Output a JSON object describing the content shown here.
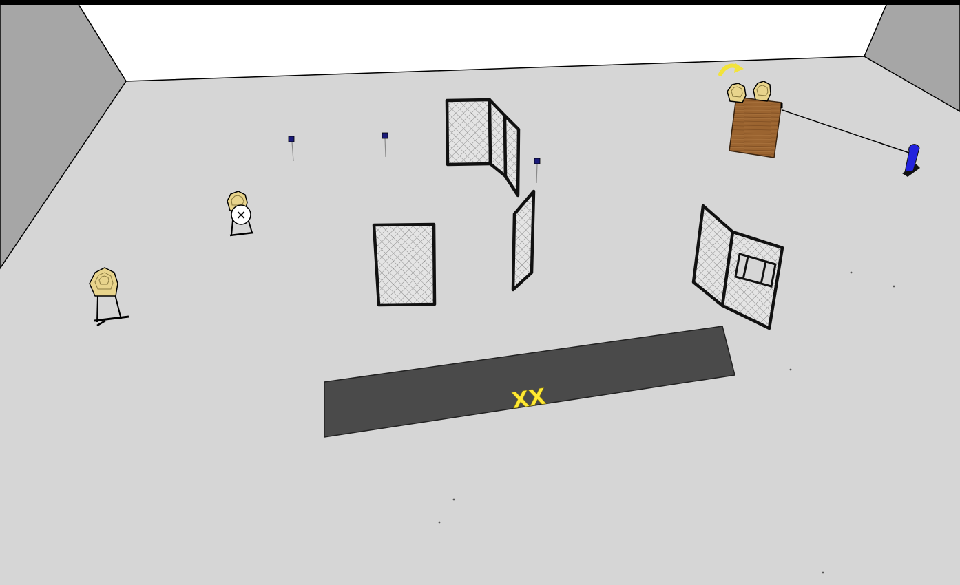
{
  "scene": {
    "start_box_mark": "XX",
    "colors": {
      "floor": "#d6d6d6",
      "side_wall": "#a6a6a6",
      "back_wall": "#ffffff",
      "top_border": "#000000",
      "start_box": "#4a4a4a",
      "start_box_mark": "#ffe833",
      "barricade_frame": "#111111",
      "barricade_mesh": "#e4e4e4",
      "target_fill": "#e8d48c",
      "no_shoot_fill": "#ffffff",
      "cone": "#1a1a7a",
      "table": "#9b6430",
      "activator": "#2222dd",
      "arrow": "#f2e33a"
    },
    "items": {
      "cones": 3,
      "paper_targets": 2,
      "no_shoot_targets": 1,
      "barricades": 4,
      "table_targets": 2,
      "swinging_arrow": 1,
      "activator_pedal": 1
    }
  }
}
